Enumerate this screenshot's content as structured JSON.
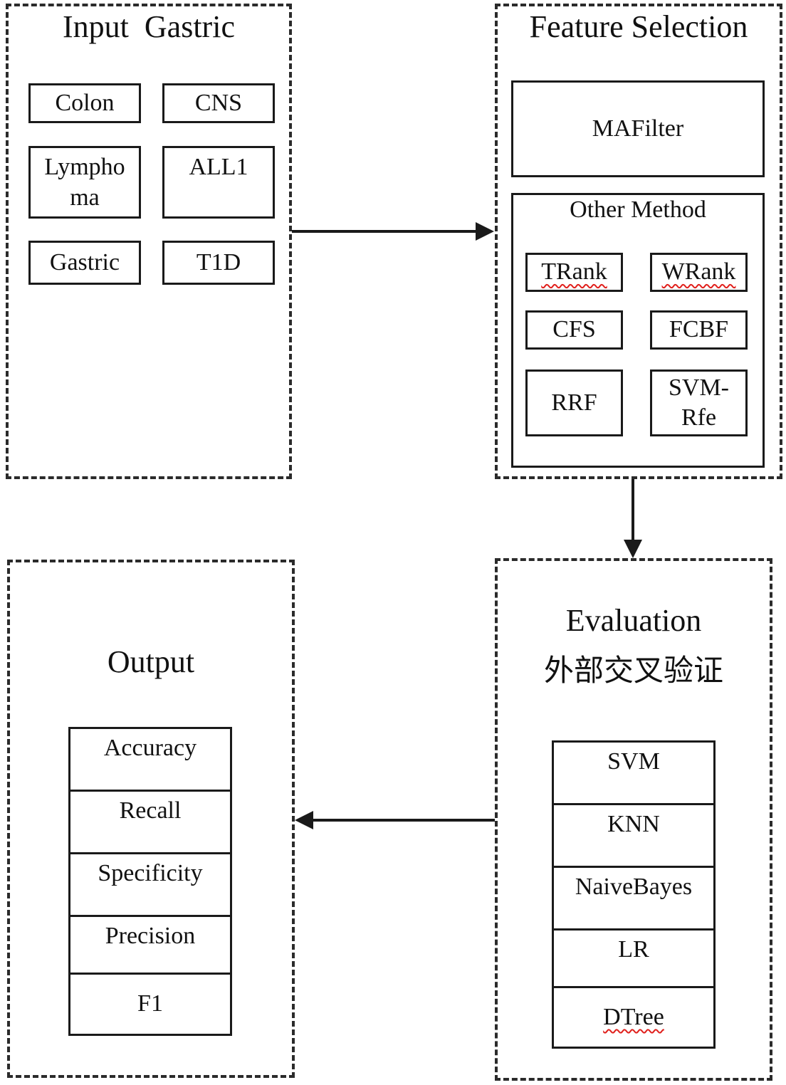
{
  "input_panel": {
    "title": "Input  Gastric",
    "datasets": [
      "Colon",
      "CNS",
      "Lympho ma",
      "ALL1",
      "Gastric",
      "T1D"
    ]
  },
  "feature_panel": {
    "title": "Feature Selection",
    "mafilter": "MAFilter",
    "other_method": {
      "title": "Other Method",
      "methods": [
        "TRank",
        "WRank",
        "CFS",
        "FCBF",
        "RRF",
        "SVM- Rfe"
      ]
    }
  },
  "evaluation_panel": {
    "title": "Evaluation",
    "subtitle": "外部交叉验证",
    "classifiers": [
      "SVM",
      "KNN",
      "NaiveBayes",
      "LR",
      "DTree"
    ]
  },
  "output_panel": {
    "title": "Output",
    "metrics": [
      "Accuracy",
      "Recall",
      "Specificity",
      "Precision",
      "F1"
    ]
  },
  "colors": {
    "line": "#1a1a1a",
    "spellcheck": "#e0201c"
  }
}
